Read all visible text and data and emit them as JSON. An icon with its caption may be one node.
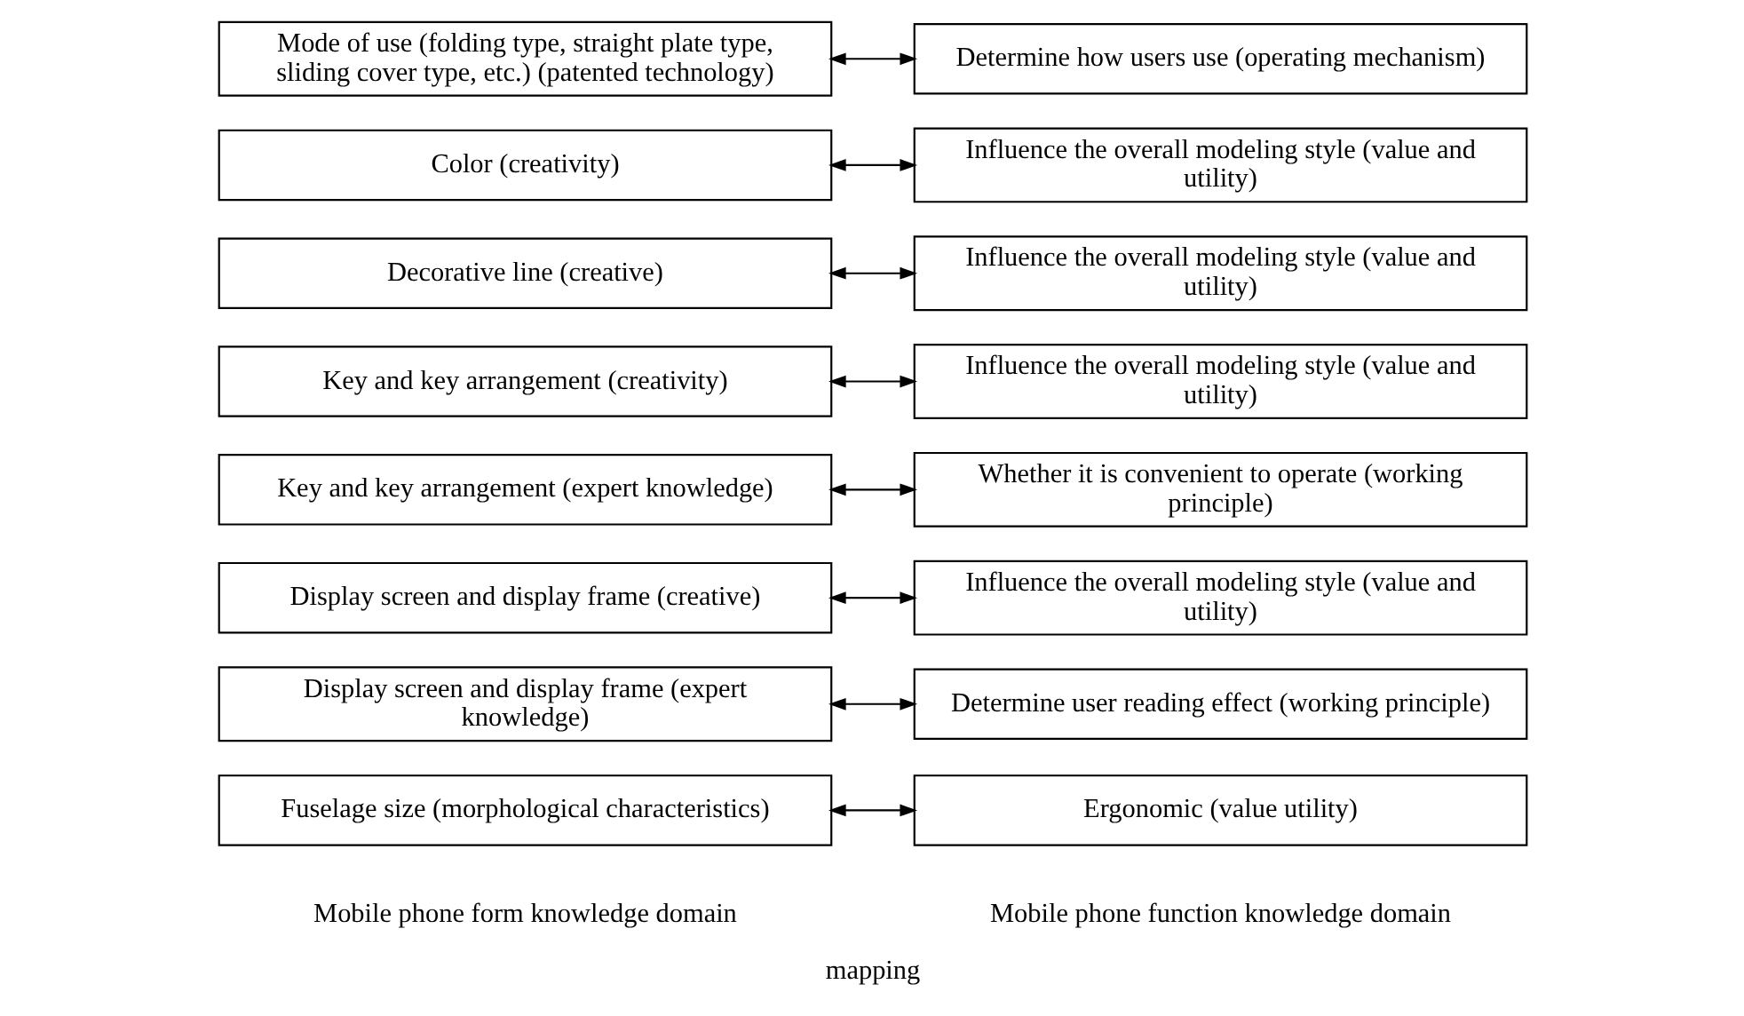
{
  "diagram": {
    "caption": "mapping",
    "nodes": [
      {
        "text": [
          "Fuselage size (morphological characteristics)"
        ]
      },
      {
        "text": [
          "Ergonomic (value utility)"
        ]
      },
      {
        "text": [
          "Display screen and display frame (expert knowledge)"
        ]
      },
      {
        "text": [
          "Determine user reading effect (working principle)"
        ]
      },
      {
        "text": [
          "Display screen and display frame (creative)"
        ]
      },
      {
        "text": [
          "Influence the overall modeling style (value and utility)"
        ]
      },
      {
        "text": [
          "Key and key arrangement (expert knowledge)"
        ]
      },
      {
        "text": [
          "Whether it is convenient to operate (working principle)"
        ]
      },
      {
        "text": [
          "Key and key arrangement (creativity)"
        ]
      },
      {
        "text": [
          "Influence the overall modeling style (value and utility)"
        ]
      },
      {
        "text": [
          "Decorative line (creative)"
        ]
      },
      {
        "text": [
          "Influence the overall modeling style (value and utility)"
        ]
      },
      {
        "text": [
          "Color (creativity)"
        ]
      },
      {
        "text": [
          "Influence the overall modeling style (value and utility)"
        ]
      },
      {
        "text": [
          "Mode of use (folding type, straight plate type, sliding cover type, etc.) (patented technology)"
        ]
      },
      {
        "text": [
          "Determine how users use (operating mechanism)"
        ]
      }
    ],
    "edges": [
      {
        "from": 0,
        "to": 1,
        "arrow": "both"
      },
      {
        "from": 2,
        "to": 3,
        "arrow": "both"
      },
      {
        "from": 4,
        "to": 5,
        "arrow": "both"
      },
      {
        "from": 6,
        "to": 7,
        "arrow": "both"
      },
      {
        "from": 8,
        "to": 9,
        "arrow": "both"
      },
      {
        "from": 10,
        "to": 11,
        "arrow": "both"
      },
      {
        "from": 12,
        "to": 13,
        "arrow": "both"
      },
      {
        "from": 14,
        "to": 15,
        "arrow": "both"
      }
    ],
    "labels": [
      "Mobile phone form knowledge domain",
      "Mobile phone function knowledge domain"
    ]
  }
}
